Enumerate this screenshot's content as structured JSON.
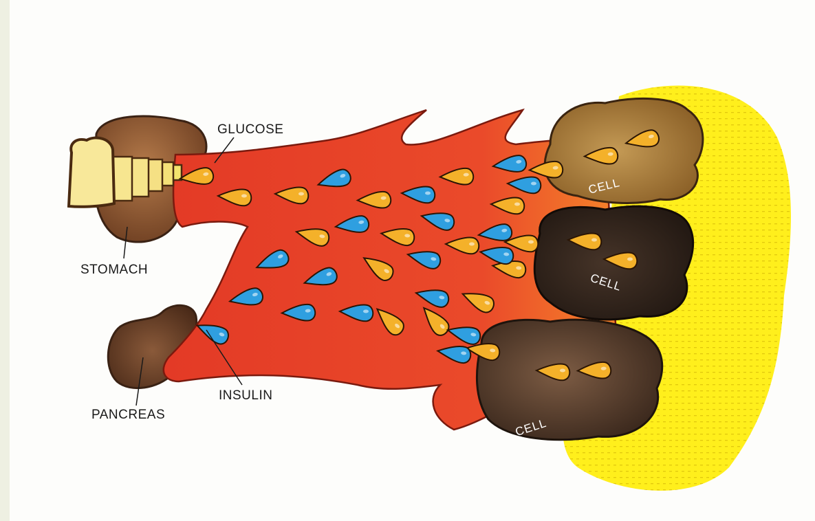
{
  "labels": {
    "glucose": "GLUCOSE",
    "stomach": "STOMACH",
    "insulin": "INSULIN",
    "pancreas": "PANCREAS",
    "cell_1": "CELL",
    "cell_2": "CELL",
    "cell_3": "CELL"
  },
  "colors": {
    "blood": "#e8412a",
    "glucose_drop": "#f4b12a",
    "insulin_drop": "#2f9fe0",
    "glow": "#ffee1a",
    "stomach": "#8a5232",
    "pancreas": "#6e4128",
    "cell_light": "#a87a35",
    "cell_dark": "#2e2119",
    "cell_mid": "#5a3f2c",
    "bread": "#f6e48a"
  },
  "icons": [
    "bread-icon",
    "glucose-drop-icon",
    "insulin-drop-icon"
  ]
}
